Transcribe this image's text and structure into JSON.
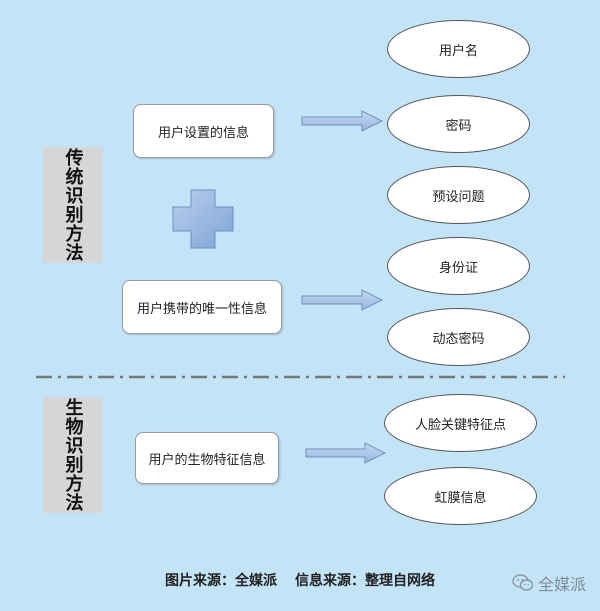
{
  "sections": {
    "traditional": {
      "label": "传统识别方法",
      "boxes": [
        "用户设置的信息",
        "用户携带的唯一性信息"
      ]
    },
    "biometric": {
      "label": "生物识别方法",
      "boxes": [
        "用户的生物特征信息"
      ]
    }
  },
  "ovals": {
    "traditional": [
      "用户名",
      "密码",
      "预设问题",
      "身份证",
      "动态密码"
    ],
    "biometric": [
      "人脸关键特征点",
      "虹膜信息"
    ]
  },
  "footer": {
    "image_source": "图片来源：全媒派",
    "info_source": "信息来源：整理自网络"
  },
  "watermark": {
    "text": "全媒派",
    "icon": "wechat-icon"
  },
  "colors": {
    "background": "#c3e3f7",
    "label_bg": "#d6d6d6",
    "arrow_fill": "#a9c4e6",
    "arrow_stroke": "#6f8fbf",
    "plus_fill": "#94b6e2"
  }
}
